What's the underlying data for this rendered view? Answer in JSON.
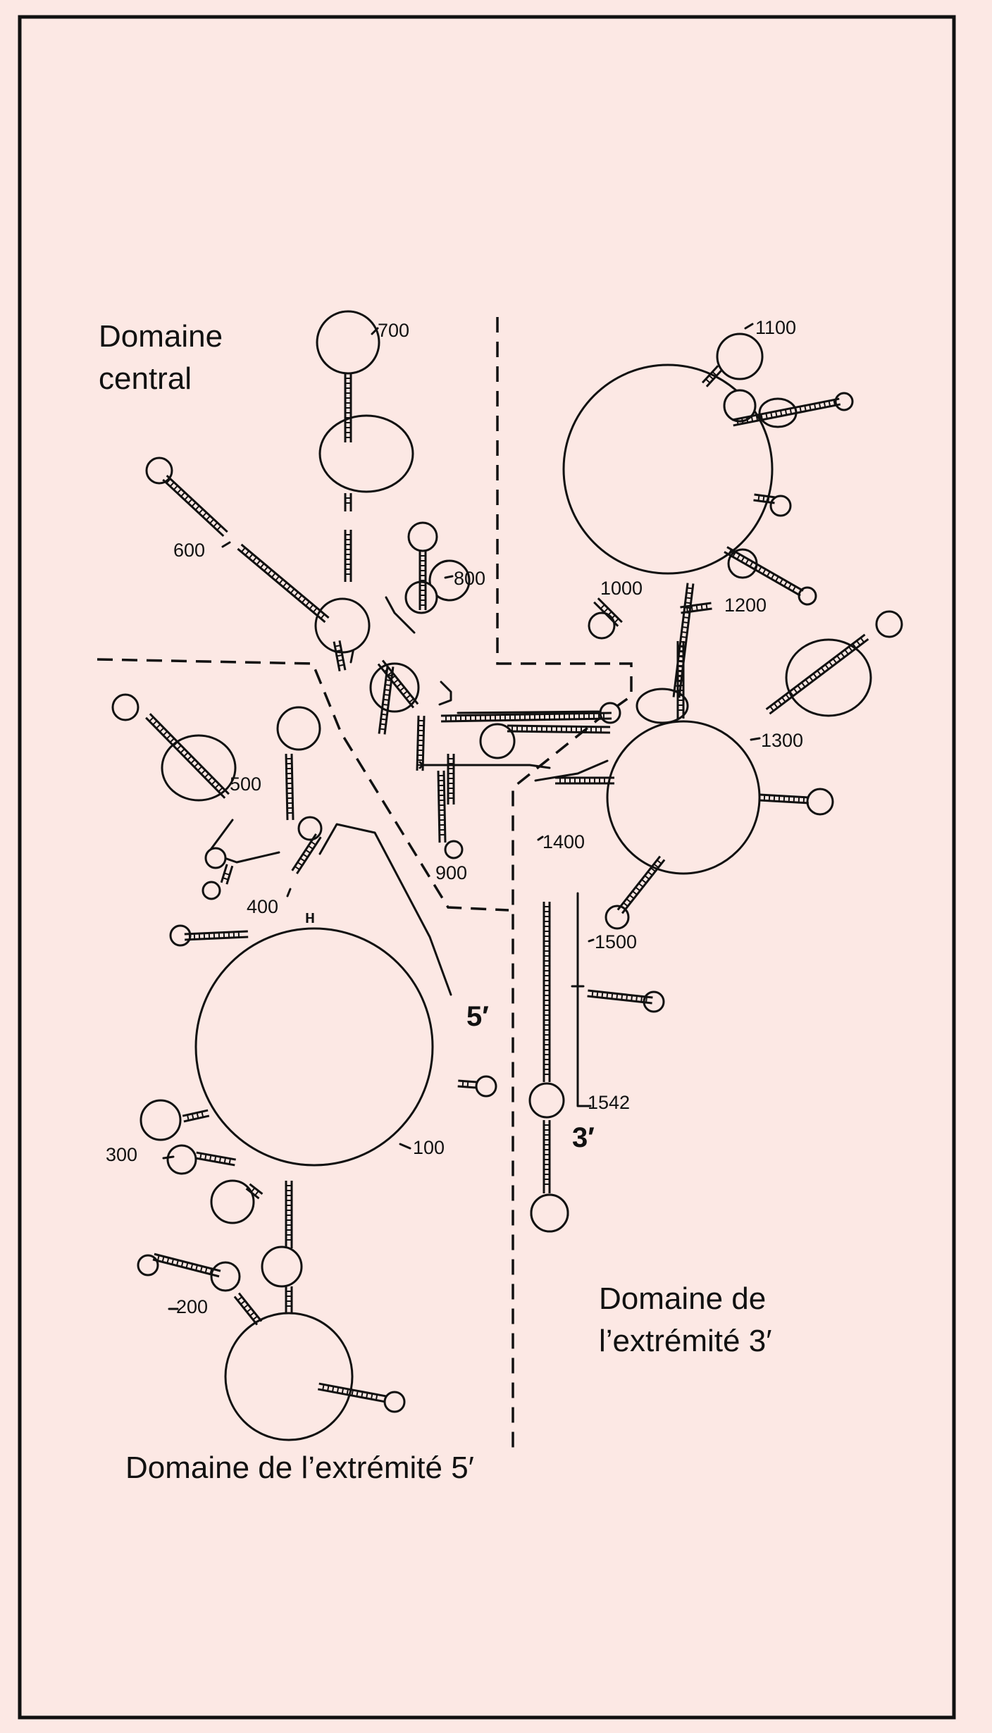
{
  "colors": {
    "background": "#fce8e4",
    "ink": "#111111"
  },
  "domains": {
    "central": [
      "Domaine",
      "central"
    ],
    "five_prime": "Domaine de l’extrémité 5′",
    "three_prime": [
      "Domaine de",
      "l’extrémité 3′"
    ]
  },
  "ends": {
    "five": "5′",
    "three": "3′"
  },
  "positions": [
    "100",
    "200",
    "300",
    "400",
    "500",
    "600",
    "700",
    "800",
    "900",
    "1000",
    "1100",
    "1200",
    "1300",
    "1400",
    "1500",
    "1542"
  ]
}
